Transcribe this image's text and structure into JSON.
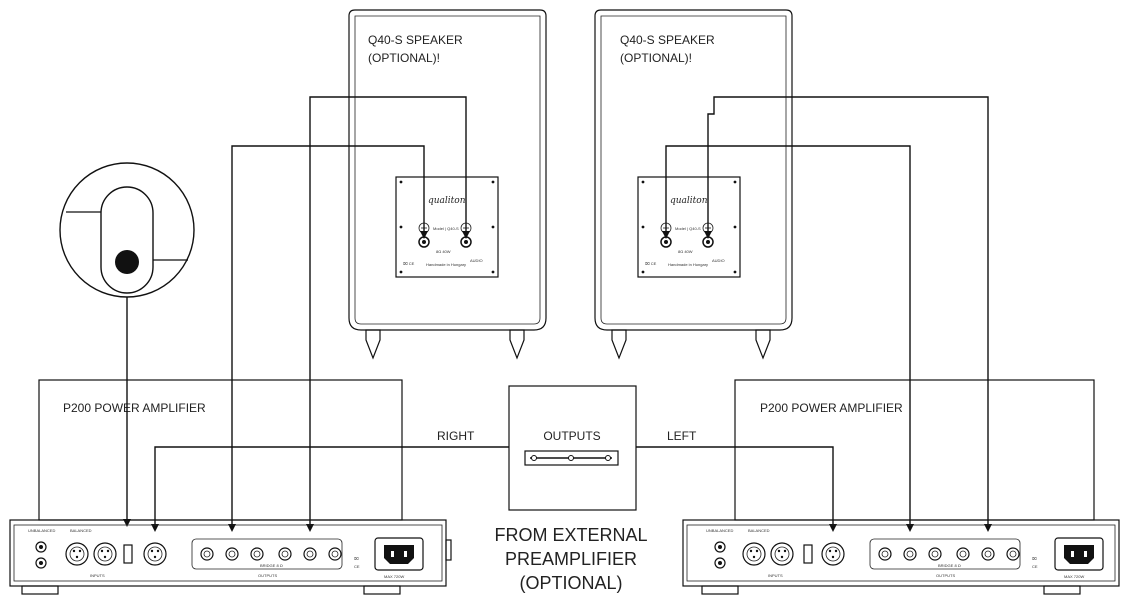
{
  "speakers": [
    {
      "title_line1": "Q40-S SPEAKER",
      "title_line2": "(OPTIONAL)!",
      "panel": {
        "model": "Model | Q40-S",
        "spec": "8Ω  40W",
        "made_in": "Handmade in Hungary",
        "brand": "AUDIO"
      }
    },
    {
      "title_line1": "Q40-S SPEAKER",
      "title_line2": "(OPTIONAL)!",
      "panel": {
        "model": "Model | Q40-S",
        "spec": "8Ω  40W",
        "made_in": "Handmade in Hungary",
        "brand": "AUDIO"
      }
    }
  ],
  "amplifiers": [
    {
      "title": "P200 POWER AMPLIFIER",
      "panel": {
        "unbalanced": "UNBALANCED",
        "balanced": "BALANCED",
        "inputs": "INPUTS",
        "outputs": "OUTPUTS",
        "bridge": "BRIDGE 8 Ω",
        "max": "MAX 720W"
      }
    },
    {
      "title": "P200 POWER AMPLIFIER",
      "panel": {
        "unbalanced": "UNBALANCED",
        "balanced": "BALANCED",
        "inputs": "INPUTS",
        "outputs": "OUTPUTS",
        "bridge": "BRIDGE 8 Ω",
        "max": "MAX 720W"
      }
    }
  ],
  "preamp": {
    "outputs": "OUTPUTS",
    "right": "RIGHT",
    "left": "LEFT"
  },
  "from_external": {
    "line1": "FROM EXTERNAL",
    "line2": "PREAMPLIFIER",
    "line3": "(OPTIONAL)"
  }
}
